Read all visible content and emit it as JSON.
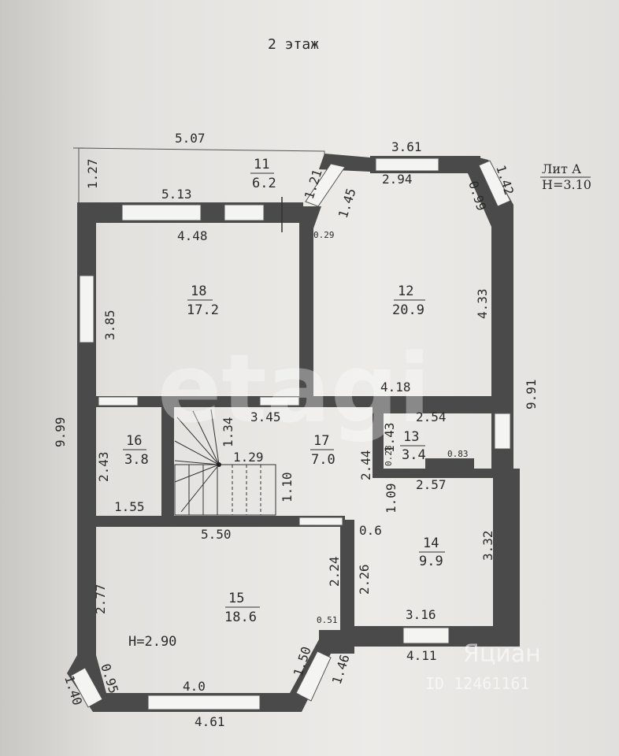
{
  "title": "2 этаж",
  "lit": {
    "line1": "Лит А",
    "line2": "H=3.10"
  },
  "height_note": "H=2.90",
  "rooms": [
    {
      "id": "11",
      "number": "11",
      "area": "6.2"
    },
    {
      "id": "12",
      "number": "12",
      "area": "20.9"
    },
    {
      "id": "13",
      "number": "13",
      "area": "3.4"
    },
    {
      "id": "14",
      "number": "14",
      "area": "9.9"
    },
    {
      "id": "15",
      "number": "15",
      "area": "18.6"
    },
    {
      "id": "16",
      "number": "16",
      "area": "3.8"
    },
    {
      "id": "17",
      "number": "17",
      "area": "7.0"
    },
    {
      "id": "18",
      "number": "18",
      "area": "17.2"
    }
  ],
  "dimensions": {
    "top_5_07": "5.07",
    "left_1_27": "1.27",
    "d_5_13": "5.13",
    "d_1_21": "1.21",
    "d_1_45": "1.45",
    "d_3_61": "3.61",
    "d_2_94": "2.94",
    "d_0_99": "0.99",
    "d_1_42": "1.42",
    "d_4_48": "4.48",
    "d_0_29": "0.29",
    "d_3_85": "3.85",
    "d_4_33": "4.33",
    "d_9_91": "9.91",
    "d_9_99": "9.99",
    "d_4_18": "4.18",
    "d_3_45": "3.45",
    "d_2_54": "2.54",
    "d_1_34": "1.34",
    "d_1_43": "1.43",
    "d_2_43": "2.43",
    "d_1_29": "1.29",
    "d_2_44": "2.44",
    "d_0_28": "0.28",
    "d_0_83": "0.83",
    "d_1_10": "1.10",
    "d_2_57": "2.57",
    "d_1_09": "1.09",
    "d_1_55": "1.55",
    "d_5_50": "5.50",
    "d_0_6": "0.6",
    "d_3_32": "3.32",
    "d_2_24": "2.24",
    "d_2_26": "2.26",
    "d_2_77": "2.77",
    "d_0_51": "0.51",
    "d_3_16": "3.16",
    "d_1_50": "1.50",
    "d_4_11": "4.11",
    "d_1_46": "1.46",
    "d_0_95": "0.95",
    "d_1_40": "1.40",
    "d_4_0": "4.0",
    "d_4_61": "4.61"
  },
  "watermarks": {
    "etagi": "etagi",
    "cian": "Яциан",
    "cian_id": "ID 12461161"
  },
  "colors": {
    "wall": "#4a4a4a",
    "window": "#f4f4f2",
    "line": "#333333"
  }
}
